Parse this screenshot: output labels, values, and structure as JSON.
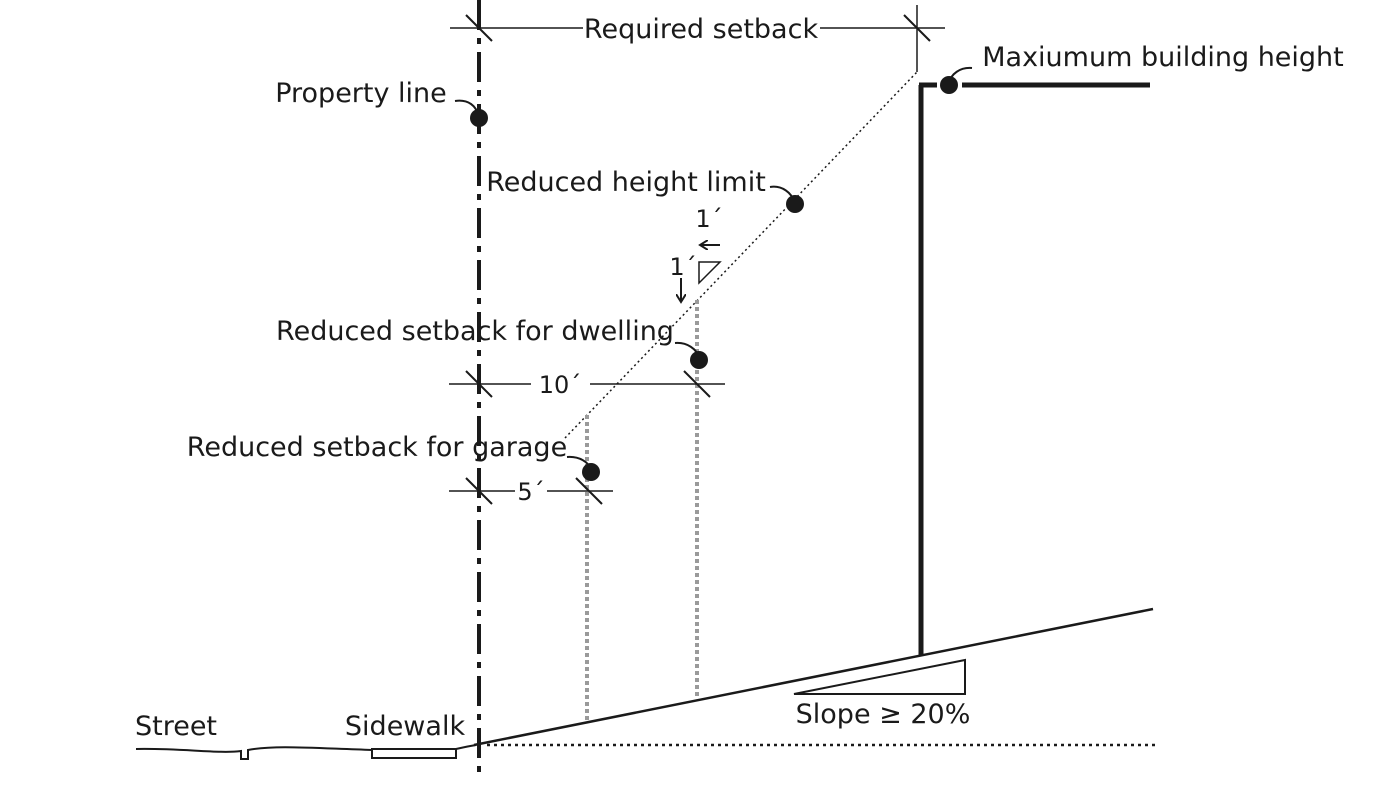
{
  "labels": {
    "required_setback": "Required setback",
    "maximum_height": "Maxiumum building height",
    "property_line": "Property line",
    "reduced_height_limit": "Reduced height limit",
    "reduced_setback_dwelling": "Reduced setback for dwelling",
    "reduced_setback_garage": "Reduced setback for garage",
    "street": "Street",
    "sidewalk": "Sidewalk",
    "slope": "Slope ≥ 20%"
  },
  "dimensions": {
    "dwelling": "10´",
    "garage": "5´",
    "rise": "1´",
    "run": "1´"
  }
}
